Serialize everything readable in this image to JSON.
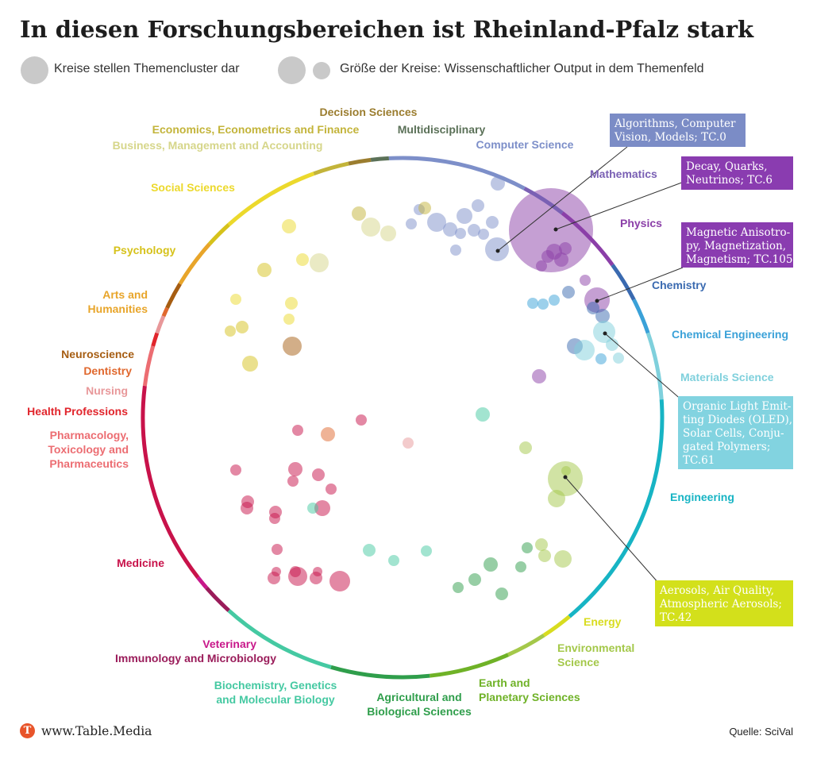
{
  "title": "In diesen Forschungsbereichen ist Rheinland-Pfalz stark",
  "legend": {
    "clusters": "Kreise stellen Themencluster dar",
    "size": "Größe der Kreise: Wissenschaftlicher Output in dem Themenfeld"
  },
  "categories": [
    {
      "id": "decision-sciences",
      "lines": [
        "Decision Sciences"
      ],
      "color": "#9b7d2f"
    },
    {
      "id": "economics",
      "lines": [
        "Economics, Econometrics and Finance"
      ],
      "color": "#c3b43a"
    },
    {
      "id": "multidisciplinary",
      "lines": [
        "Multidisciplinary"
      ],
      "color": "#5b7158"
    },
    {
      "id": "business",
      "lines": [
        "Business, Management and Accounting"
      ],
      "color": "#d6d68a"
    },
    {
      "id": "computer-science",
      "lines": [
        "Computer Science"
      ],
      "color": "#7d8fc9"
    },
    {
      "id": "mathematics",
      "lines": [
        "Mathematics"
      ],
      "color": "#7a60b4"
    },
    {
      "id": "social-sciences",
      "lines": [
        "Social Sciences"
      ],
      "color": "#ecd92c"
    },
    {
      "id": "physics",
      "lines": [
        "Physics"
      ],
      "color": "#8b3fa8"
    },
    {
      "id": "psychology",
      "lines": [
        "Psychology"
      ],
      "color": "#d6c21b"
    },
    {
      "id": "chemistry",
      "lines": [
        "Chemistry"
      ],
      "color": "#3a6ab0"
    },
    {
      "id": "arts-humanities",
      "lines": [
        "Arts and",
        "Humanities"
      ],
      "color": "#e8a52a"
    },
    {
      "id": "chemical-engineering",
      "lines": [
        "Chemical Engineering"
      ],
      "color": "#3aa1d8"
    },
    {
      "id": "neuroscience",
      "lines": [
        "Neuroscience"
      ],
      "color": "#a65d12"
    },
    {
      "id": "dentistry",
      "lines": [
        "Dentistry"
      ],
      "color": "#e0682e"
    },
    {
      "id": "materials-science",
      "lines": [
        "Materials Science"
      ],
      "color": "#7fd0dc"
    },
    {
      "id": "nursing",
      "lines": [
        "Nursing"
      ],
      "color": "#e8989a"
    },
    {
      "id": "health-professions",
      "lines": [
        "Health Professions"
      ],
      "color": "#e1252c"
    },
    {
      "id": "pharmacology",
      "lines": [
        "Pharmacology,",
        "Toxicology and",
        "Pharmaceutics"
      ],
      "color": "#ec6d72"
    },
    {
      "id": "engineering",
      "lines": [
        "Engineering"
      ],
      "color": "#17b4c4"
    },
    {
      "id": "medicine",
      "lines": [
        "Medicine"
      ],
      "color": "#c8124a"
    },
    {
      "id": "energy",
      "lines": [
        "Energy"
      ],
      "color": "#d8dc1f"
    },
    {
      "id": "environmental-science",
      "lines": [
        "Environmental",
        "Science"
      ],
      "color": "#a4c84a"
    },
    {
      "id": "veterinary",
      "lines": [
        "Veterinary"
      ],
      "color": "#c8188a"
    },
    {
      "id": "immunology",
      "lines": [
        "Immunology and Microbiology"
      ],
      "color": "#9a1c5a"
    },
    {
      "id": "earth-planetary",
      "lines": [
        "Earth and",
        "Planetary Sciences"
      ],
      "color": "#6fb227"
    },
    {
      "id": "biochemistry",
      "lines": [
        "Biochemistry, Genetics",
        "and Molecular Biology"
      ],
      "color": "#45c9a2"
    },
    {
      "id": "agricultural",
      "lines": [
        "Agricultural and",
        "Biological Sciences"
      ],
      "color": "#2f9e4b"
    }
  ],
  "callouts": [
    {
      "id": "tc0",
      "lines": [
        "Algorithms, Computer",
        "Vision, Models; TC.0"
      ],
      "color": "#7b8cc6"
    },
    {
      "id": "tc6",
      "lines": [
        "Decay, Quarks,",
        "Neutrinos; TC.6"
      ],
      "color": "#8a3cb0"
    },
    {
      "id": "tc105",
      "lines": [
        "Magnetic Anisotro-",
        "py, Magnetization,",
        "Magnetism; TC.105"
      ],
      "color": "#8a3cb0"
    },
    {
      "id": "tc61",
      "lines": [
        "Organic Light Emit-",
        "ting Diodes (OLED),",
        "Solar Cells, Conju-",
        "gated Polymers;",
        "TC.61"
      ],
      "color": "#82d3e0"
    },
    {
      "id": "tc42",
      "lines": [
        "Aerosols, Air Quality,",
        "Atmospheric Aerosols;",
        "TC.42"
      ],
      "color": "#d3e01b"
    }
  ],
  "colors": {
    "legend_dot": "#c9c9c9",
    "brand": "#e8542a",
    "leader_line": "#333333"
  },
  "footer": {
    "brand_logo": "T",
    "brand": "www.Table.Media",
    "source": "Quelle: SciVal"
  }
}
